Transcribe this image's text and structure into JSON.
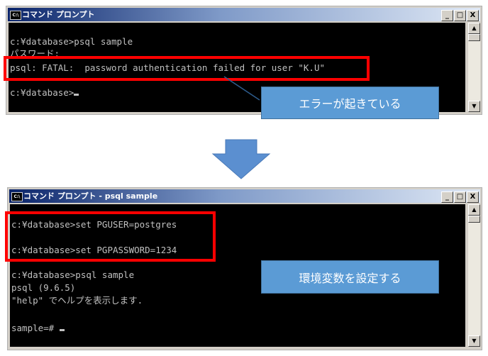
{
  "window1": {
    "title": "コマンド プロンプト",
    "lines": [
      "c:¥database>psql sample",
      "パスワード:",
      "psql: FATAL:  password authentication failed for user \"K.U\"",
      "c:¥database>"
    ]
  },
  "window2": {
    "title": "コマンド プロンプト - psql  sample",
    "lines": [
      "c:¥database>set PGUSER=postgres",
      "c:¥database>set PGPASSWORD=1234",
      "c:¥database>psql sample",
      "psql (9.6.5)",
      "\"help\" でヘルプを表示します.",
      "sample=# "
    ]
  },
  "callouts": {
    "error": "エラーが起きている",
    "env": "環境変数を設定する"
  },
  "buttons": {
    "minimize": "_",
    "maximize": "□",
    "close": "X"
  },
  "colors": {
    "highlight": "#ff0000",
    "callout": "#5b9bd5",
    "arrow": "#5b8fd0"
  }
}
